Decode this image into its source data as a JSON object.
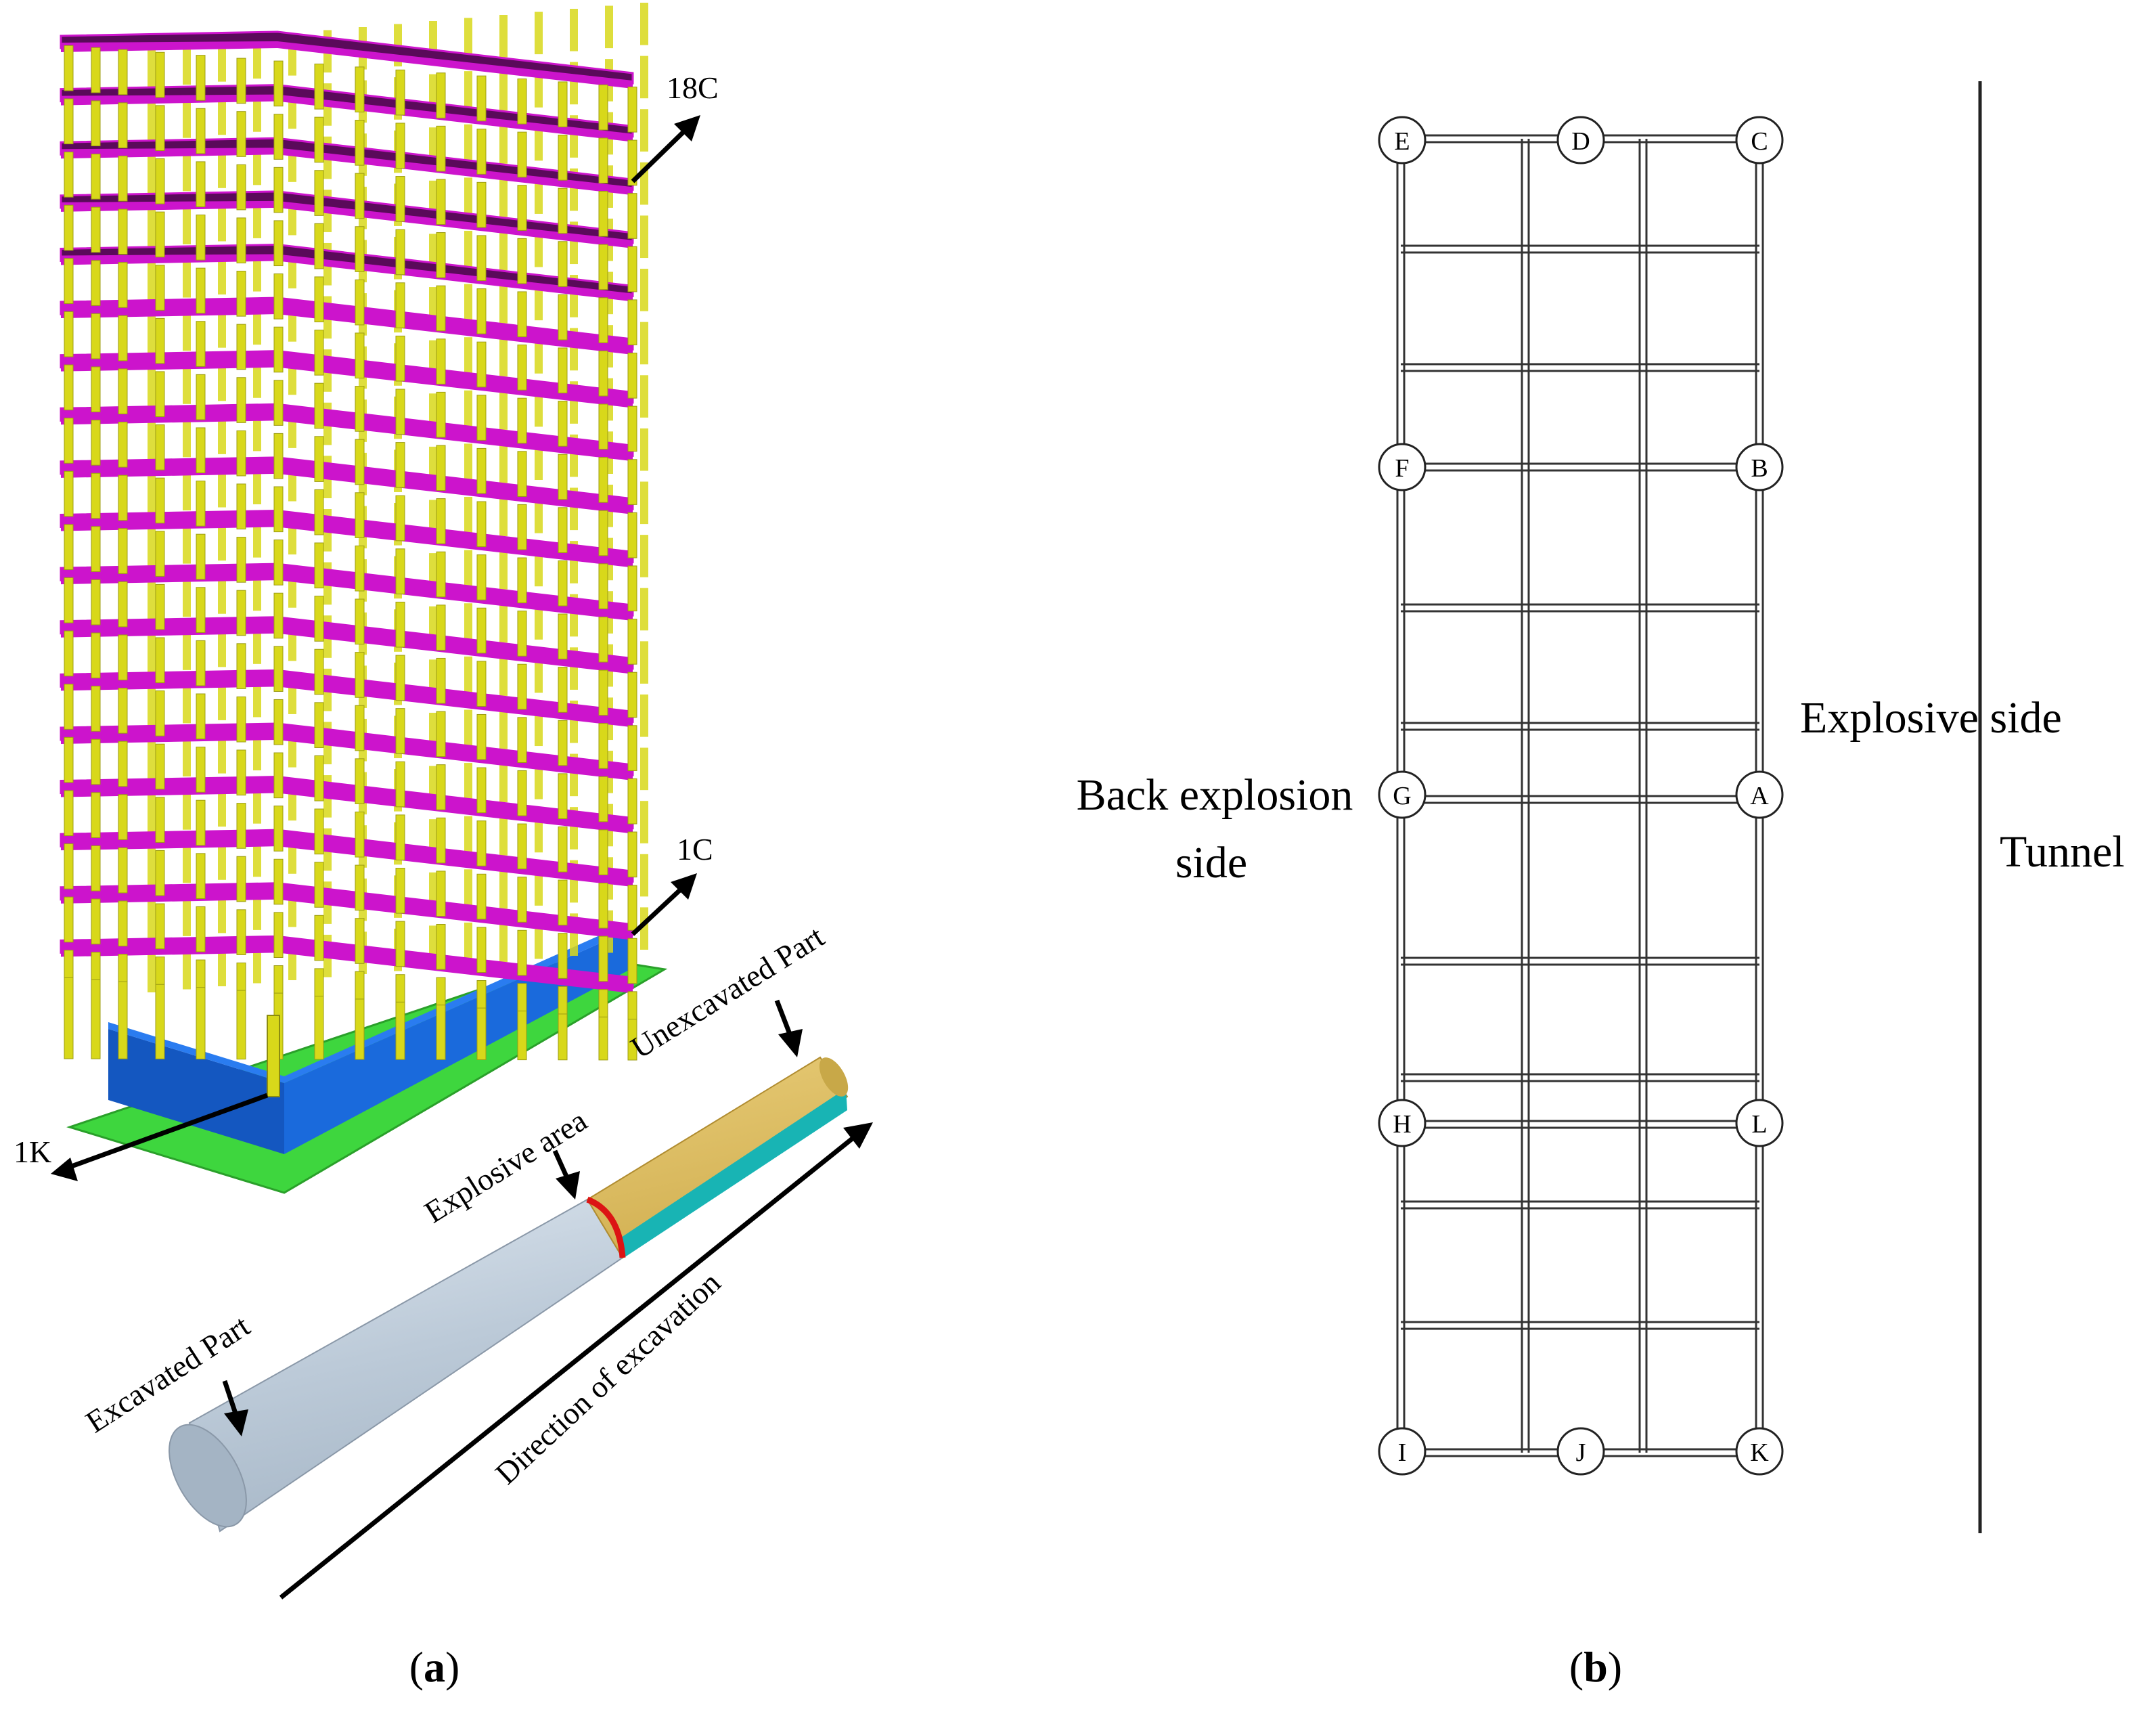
{
  "panel_a": {
    "labels": {
      "top_column": "18C",
      "lower_column": "1C",
      "corner_column": "1K",
      "unexcavated": "Unexcavated Part",
      "explosive_area": "Explosive area",
      "excavated": "Excavated Part",
      "direction": "Direction of excavation"
    },
    "caption": {
      "open": "(",
      "letter": "a",
      "close": ")"
    },
    "colors": {
      "slab": "#cc14cc",
      "slab_dark": "#5a0a5a",
      "column": "#d8d81a",
      "basement": "#1a6adc",
      "ground": "#3ed63e",
      "tunnel_excavated": "#c0ccd8",
      "tunnel_unexcavated": "#dcbf60",
      "tunnel_inner": "#18b4b4",
      "explosive_ring": "#dc1414"
    },
    "stories": 18
  },
  "panel_b": {
    "nodes": [
      "A",
      "B",
      "C",
      "D",
      "E",
      "F",
      "G",
      "H",
      "I",
      "J",
      "K",
      "L"
    ],
    "labels": {
      "explosive_side": "Explosive side",
      "back_line1": "Back explosion",
      "back_line2": "side",
      "tunnel": "Tunnel"
    },
    "caption": {
      "open": "(",
      "letter": "b",
      "close": ")"
    }
  }
}
